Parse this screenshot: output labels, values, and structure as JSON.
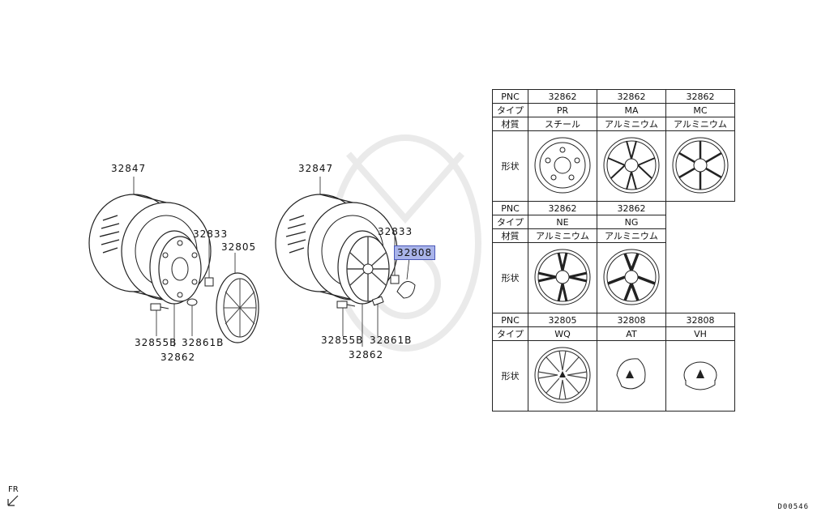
{
  "callouts": {
    "left_tire": "32847",
    "left_nut": "32833",
    "left_cover": "32805",
    "left_bolt": "32855B",
    "left_weight": "32861B",
    "left_wheel": "32862",
    "right_tire": "32847",
    "right_nut": "32833",
    "right_cap": "32808",
    "right_bolt": "32855B",
    "right_weight": "32861B",
    "right_wheel": "32862"
  },
  "table": {
    "labels": {
      "pnc": "PNC",
      "type": "タイプ",
      "material": "材質",
      "shape": "形状"
    },
    "group1": {
      "pnc": [
        "32862",
        "32862",
        "32862"
      ],
      "type": [
        "PR",
        "MA",
        "MC"
      ],
      "material": [
        "スチール",
        "アルミニウム",
        "アルミニウム"
      ],
      "icons": [
        "steel-wheel-icon",
        "alloy-wheel-ma-icon",
        "alloy-wheel-mc-icon"
      ]
    },
    "group2": {
      "pnc": [
        "32862",
        "32862"
      ],
      "type": [
        "NE",
        "NG"
      ],
      "material": [
        "アルミニウム",
        "アルミニウム"
      ],
      "icons": [
        "alloy-wheel-ne-icon",
        "alloy-wheel-ng-icon"
      ]
    },
    "group3": {
      "pnc": [
        "32805",
        "32808",
        "32808"
      ],
      "type": [
        "WQ",
        "AT",
        "VH"
      ],
      "icons": [
        "wheel-cover-icon",
        "center-cap-at-icon",
        "center-cap-vh-icon"
      ]
    }
  },
  "fr_label": "FR",
  "diagram_code": "D00546",
  "highlight_color": "#a9b4ea"
}
